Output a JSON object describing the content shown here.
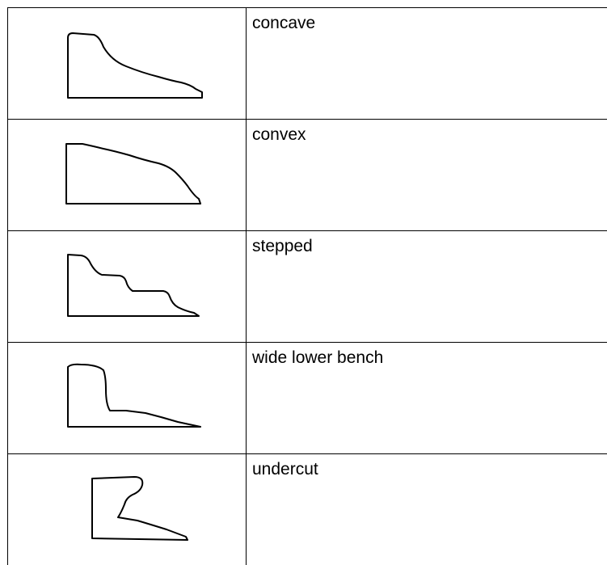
{
  "profiles": [
    {
      "label": "concave",
      "icon": "concave-slope-profile-icon"
    },
    {
      "label": "convex",
      "icon": "convex-slope-profile-icon"
    },
    {
      "label": "stepped",
      "icon": "stepped-slope-profile-icon"
    },
    {
      "label": "wide lower bench",
      "icon": "wide-lower-bench-profile-icon"
    },
    {
      "label": "undercut",
      "icon": "undercut-profile-icon"
    }
  ]
}
